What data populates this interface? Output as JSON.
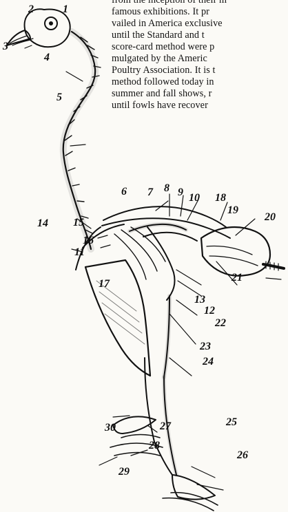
{
  "text_excerpt": {
    "lines": [
      "from the inception of their m",
      "famous exhibitions.  It pr",
      "vailed in America exclusive",
      "until  the Standard and t",
      "score-card method were p",
      "mulgated  by  the  Americ",
      "Poultry Association. It is t",
      "method followed today in",
      "summer and fall shows, r",
      "until  fowls  have  recover"
    ]
  },
  "figure": {
    "callouts": [
      {
        "id": "1",
        "text": "1"
      },
      {
        "id": "2",
        "text": "2"
      },
      {
        "id": "3",
        "text": "3"
      },
      {
        "id": "4",
        "text": "4"
      },
      {
        "id": "5",
        "text": "5"
      },
      {
        "id": "6",
        "text": "6"
      },
      {
        "id": "7",
        "text": "7"
      },
      {
        "id": "8",
        "text": "8"
      },
      {
        "id": "9",
        "text": "9"
      },
      {
        "id": "10",
        "text": "10"
      },
      {
        "id": "11",
        "text": "11"
      },
      {
        "id": "12",
        "text": "12"
      },
      {
        "id": "13",
        "text": "13"
      },
      {
        "id": "14",
        "text": "14"
      },
      {
        "id": "15",
        "text": "15"
      },
      {
        "id": "16",
        "text": "16"
      },
      {
        "id": "17",
        "text": "17"
      },
      {
        "id": "18",
        "text": "18"
      },
      {
        "id": "19",
        "text": "19"
      },
      {
        "id": "20",
        "text": "20"
      },
      {
        "id": "21",
        "text": "21"
      },
      {
        "id": "22",
        "text": "22"
      },
      {
        "id": "23",
        "text": "23"
      },
      {
        "id": "24",
        "text": "24"
      },
      {
        "id": "25",
        "text": "25"
      },
      {
        "id": "26",
        "text": "26"
      },
      {
        "id": "27",
        "text": "27"
      },
      {
        "id": "28",
        "text": "28"
      },
      {
        "id": "29",
        "text": "29"
      },
      {
        "id": "30",
        "text": "30"
      }
    ]
  }
}
